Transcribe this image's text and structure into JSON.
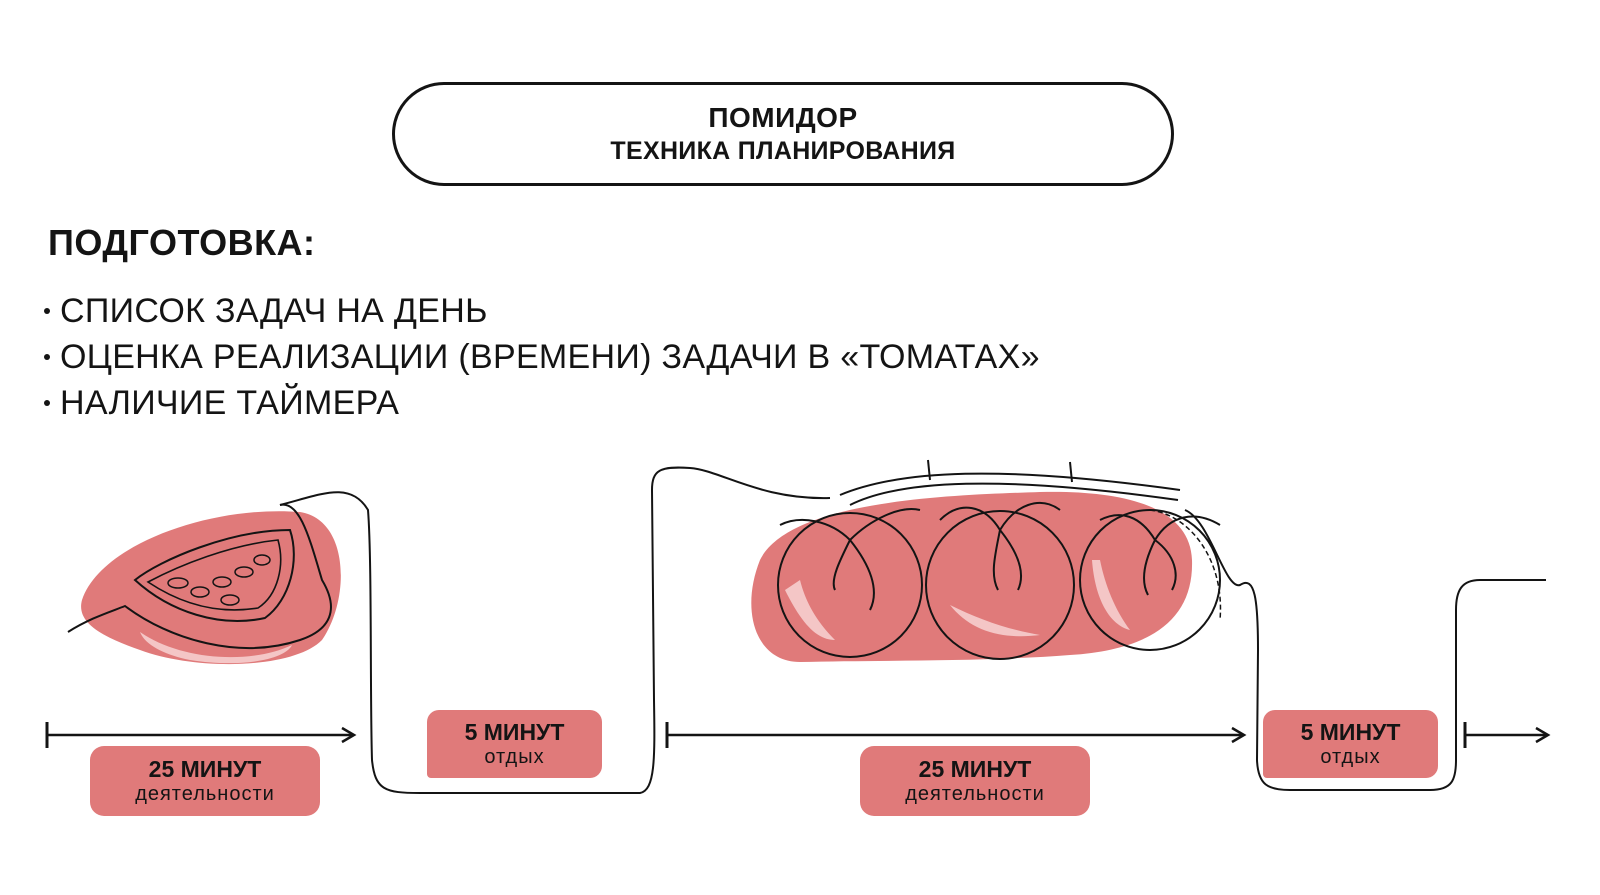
{
  "header": {
    "title": "ПОМИДОР",
    "subtitle": "ТЕХНИКА ПЛАНИРОВАНИЯ"
  },
  "preparation": {
    "heading": "ПОДГОТОВКА:",
    "items": [
      "СПИСОК ЗАДАЧ НА ДЕНЬ",
      "ОЦЕНКА РЕАЛИЗАЦИИ (ВРЕМЕНИ) ЗАДАЧИ В «ТОМАТАХ»",
      "НАЛИЧИЕ ТАЙМЕРА"
    ]
  },
  "timeline": {
    "work_1": {
      "duration": "25 МИНУТ",
      "label": "деятельности"
    },
    "rest_1": {
      "duration": "5 МИНУТ",
      "label": "отдых"
    },
    "work_2": {
      "duration": "25 МИНУТ",
      "label": "деятельности"
    },
    "rest_2": {
      "duration": "5 МИНУТ",
      "label": "отдых"
    }
  },
  "colors": {
    "accent": "#e07a7a",
    "line": "#141414",
    "highlight": "#f4c6c6"
  },
  "icons": [
    "tomato-slice-icon",
    "cherry-tomatoes-icon",
    "timeline-arrow-icon"
  ]
}
